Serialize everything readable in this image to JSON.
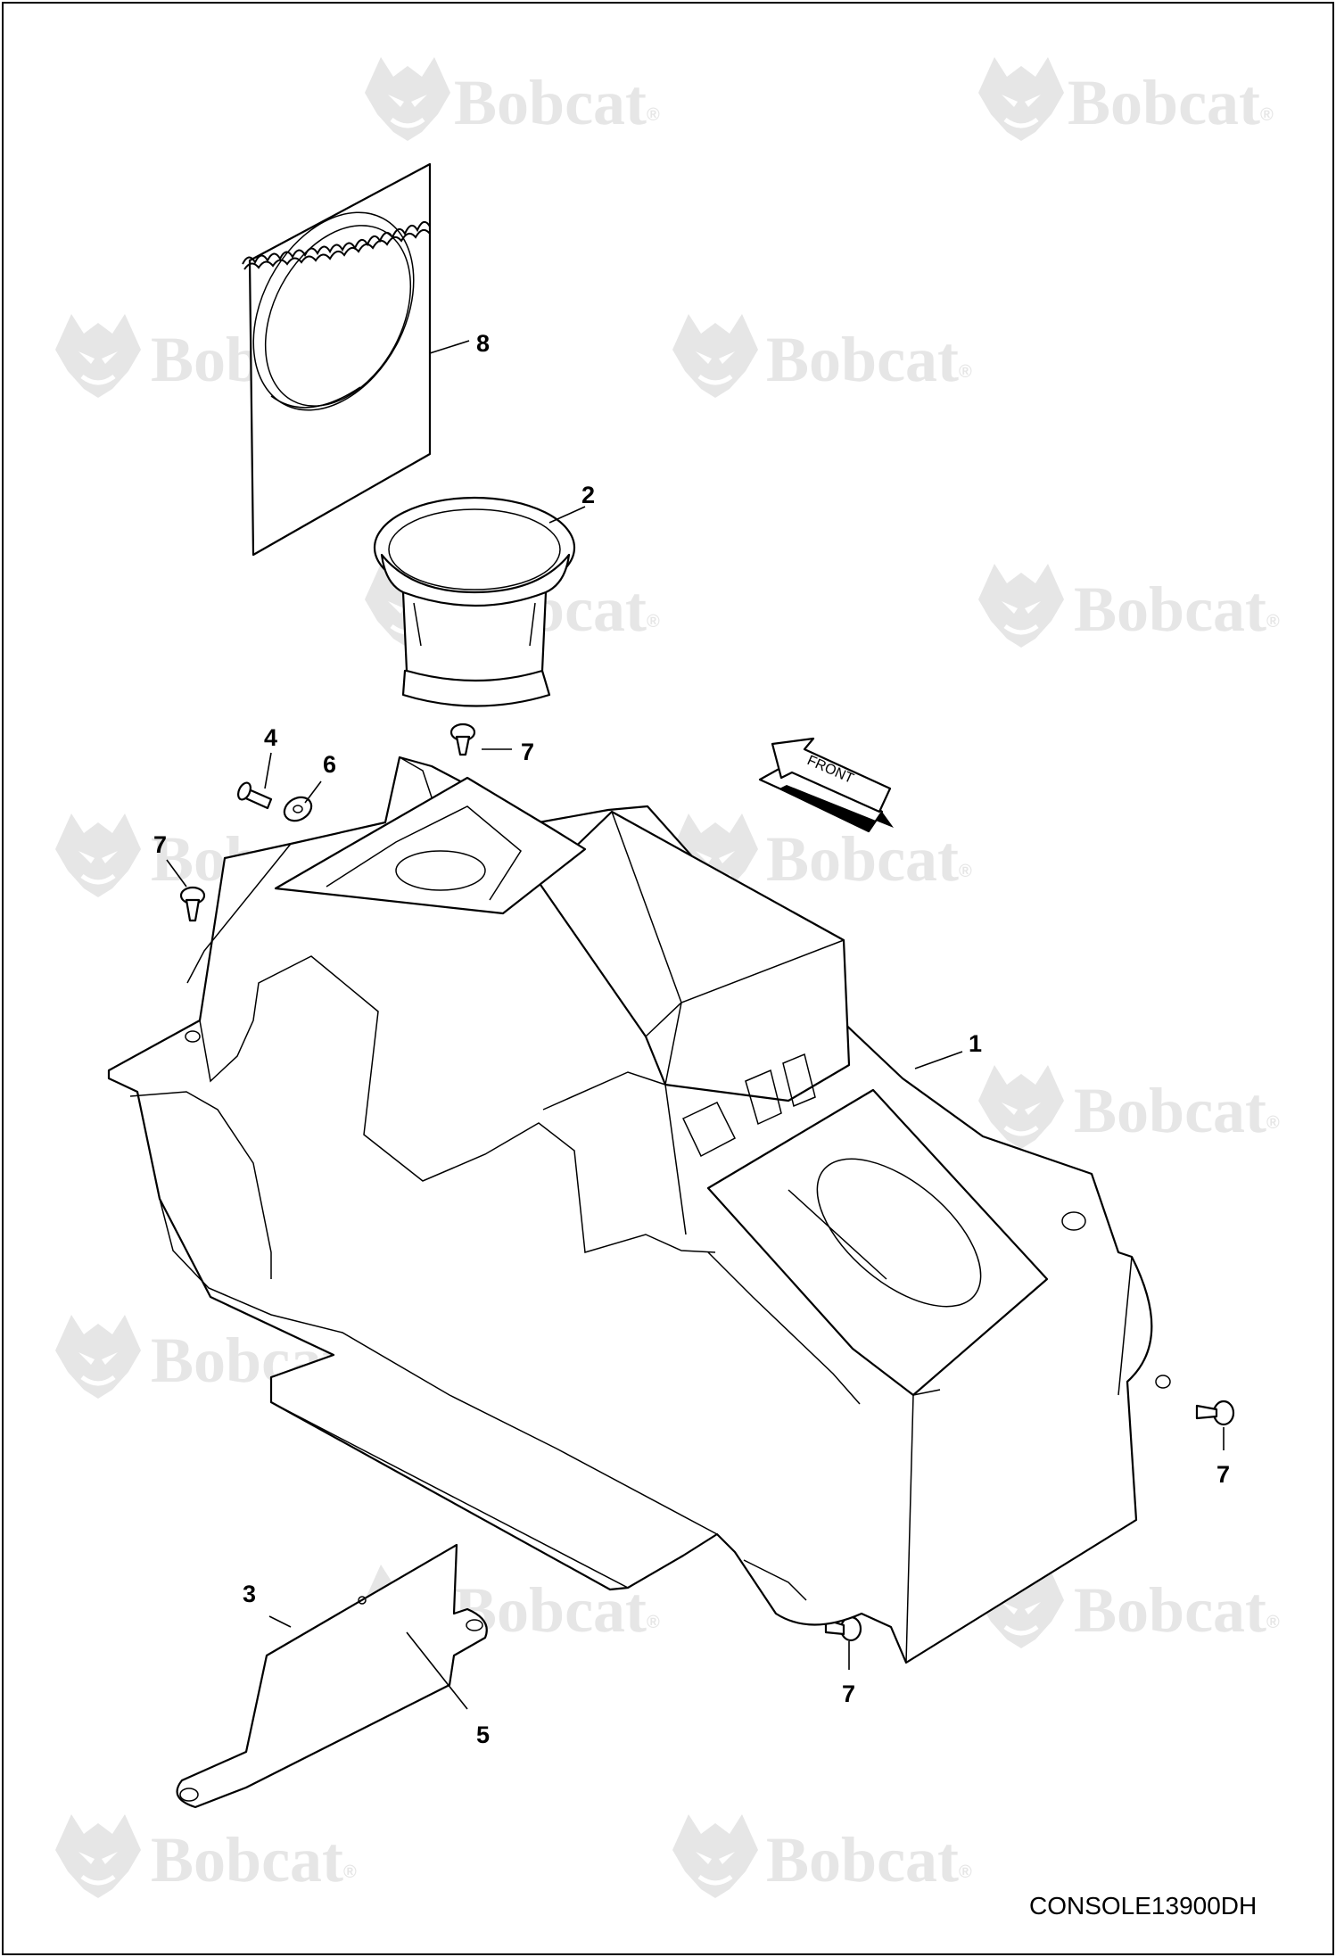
{
  "watermark": {
    "brand": "Bobcat",
    "reg_mark": "®",
    "color": "#e6e6e6"
  },
  "callouts": {
    "c1": "1",
    "c2": "2",
    "c3": "3",
    "c4": "4",
    "c5": "5",
    "c6": "6",
    "c7a": "7",
    "c7b": "7",
    "c7c": "7",
    "c7d": "7",
    "c8": "8"
  },
  "front_arrow_label": "FRONT",
  "drawing_code": "CONSOLE13900DH",
  "icons": [
    "bobcat-logo-icon",
    "front-direction-arrow-icon"
  ]
}
